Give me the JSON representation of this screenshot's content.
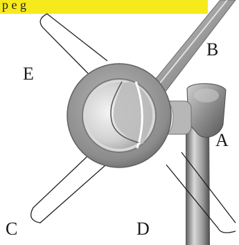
{
  "banner_text": "p e g",
  "labels": {
    "a": "A",
    "b": "B",
    "c": "C",
    "d": "D",
    "e": "E"
  },
  "colors": {
    "banner": "#f7ea1c",
    "metal_dark": "#7d7d7d",
    "metal_mid": "#a9a9a9",
    "metal_light": "#d8d8d8",
    "outline": "#1f1f1f"
  }
}
